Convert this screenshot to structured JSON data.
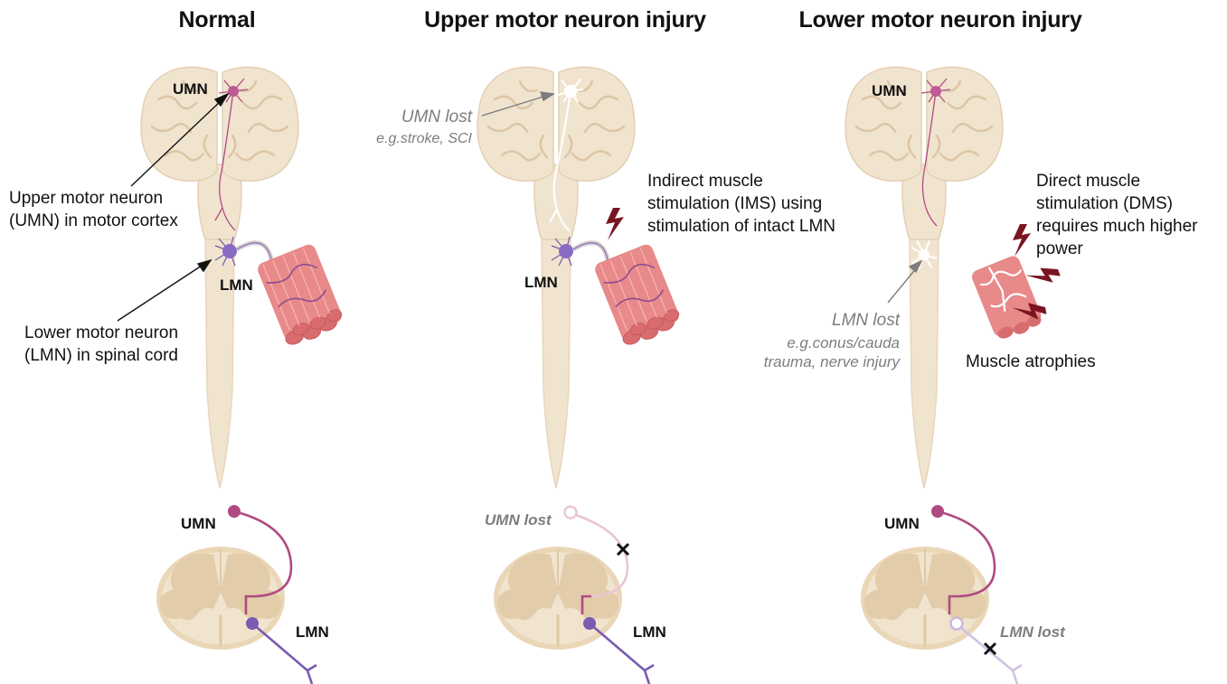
{
  "titles": {
    "normal": "Normal",
    "umn_injury": "Upper motor neuron injury",
    "lmn_injury": "Lower motor neuron injury"
  },
  "normal": {
    "umn_tag": "UMN",
    "lmn_tag": "LMN",
    "umn_desc_1": "Upper motor neuron",
    "umn_desc_2": "(UMN) in motor cortex",
    "lmn_desc_1": "Lower motor neuron",
    "lmn_desc_2": "(LMN) in spinal cord",
    "cross_umn": "UMN",
    "cross_lmn": "LMN"
  },
  "umn_injury": {
    "umn_lost": "UMN lost",
    "umn_lost_example": "e.g.stroke, SCI",
    "lmn_tag": "LMN",
    "ims_1": "Indirect muscle",
    "ims_2": "stimulation (IMS) using",
    "ims_3": "stimulation of intact LMN",
    "cross_umn_lost": "UMN lost",
    "cross_lmn": "LMN"
  },
  "lmn_injury": {
    "umn_tag": "UMN",
    "lmn_lost": "LMN lost",
    "lmn_lost_ex_1": "e.g.conus/cauda",
    "lmn_lost_ex_2": "trauma, nerve injury",
    "dms_1": "Direct muscle",
    "dms_2": "stimulation (DMS)",
    "dms_3": "requires much higher",
    "dms_4": "power",
    "atrophy": "Muscle atrophies",
    "cross_umn": "UMN",
    "cross_lmn_lost": "LMN lost"
  },
  "colors": {
    "brain": "#f1e4cf",
    "brain_outline": "#e2d0b4",
    "umn_neuron": "#b04a82",
    "lmn_neuron": "#7a5bb0",
    "muscle": "#e8898a",
    "bolt": "#7a1420",
    "lost_gray": "#7d7d7d"
  }
}
